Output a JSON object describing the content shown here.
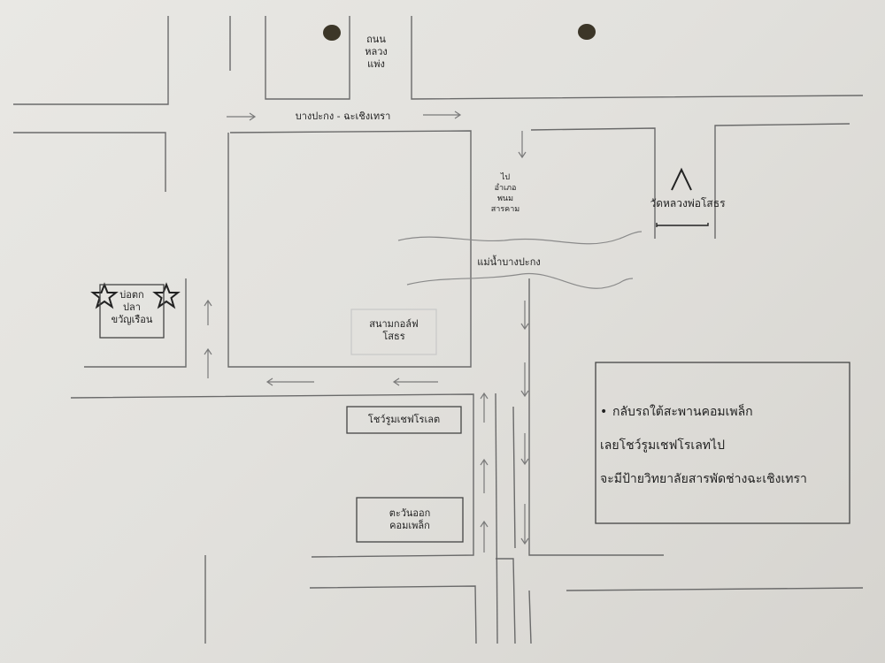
{
  "map": {
    "road_north": [
      "ถนน",
      "หลวง",
      "แพ่ง"
    ],
    "road_main": "บางปะกง - ฉะเชิงเทรา",
    "to_district": [
      "ไป",
      "อำเภอ",
      "พนม",
      "สารคาม"
    ],
    "temple": "วัดหลวงพ่อโสธร",
    "river": "แม่น้ำบางปะกง",
    "fish_pond": [
      "บ่อตก",
      "ปลา",
      "ขวัญเรือน"
    ],
    "golf": [
      "สนามกอล์ฟ",
      "โสธร"
    ],
    "showroom": "โชว์รูมเชฟโรเลต",
    "complex": [
      "ตะวันออก",
      "คอมเพล็ก"
    ]
  },
  "note": {
    "lines": [
      "กลับรถใต้สะพานคอมเพล็ก",
      "เลยโชว์รูมเชฟโรเลทไป",
      "จะมีป้ายวิทยาลัยสารพัดช่างฉะเชิงเทรา"
    ]
  }
}
